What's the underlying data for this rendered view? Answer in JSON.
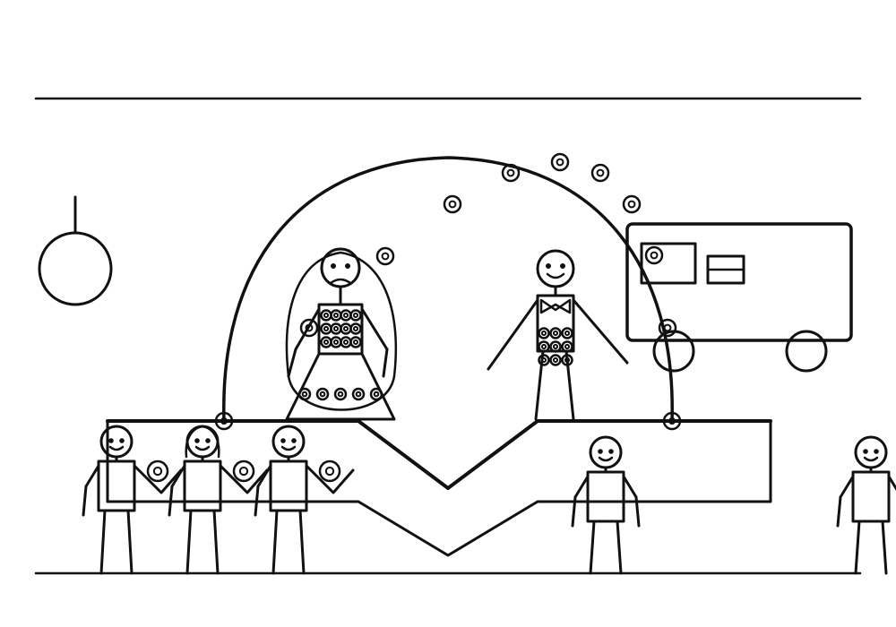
{
  "style": {
    "ink": "#111111",
    "paper": "#ffffff"
  },
  "scene": {
    "subject": "wedding-stage-drawing",
    "figures": [
      {
        "role": "bride",
        "expression": "frown",
        "dress": "polka-dot"
      },
      {
        "role": "groom",
        "expression": "smile",
        "attire": "bow-tie-vest"
      },
      {
        "role": "guest",
        "expression": "smile"
      },
      {
        "role": "guest",
        "expression": "smile"
      },
      {
        "role": "guest",
        "expression": "smile"
      },
      {
        "role": "guest",
        "expression": "smile"
      },
      {
        "role": "guest",
        "expression": "smile"
      }
    ],
    "objects": [
      "arch",
      "stage",
      "lamp",
      "truck",
      "floating-rings"
    ]
  }
}
